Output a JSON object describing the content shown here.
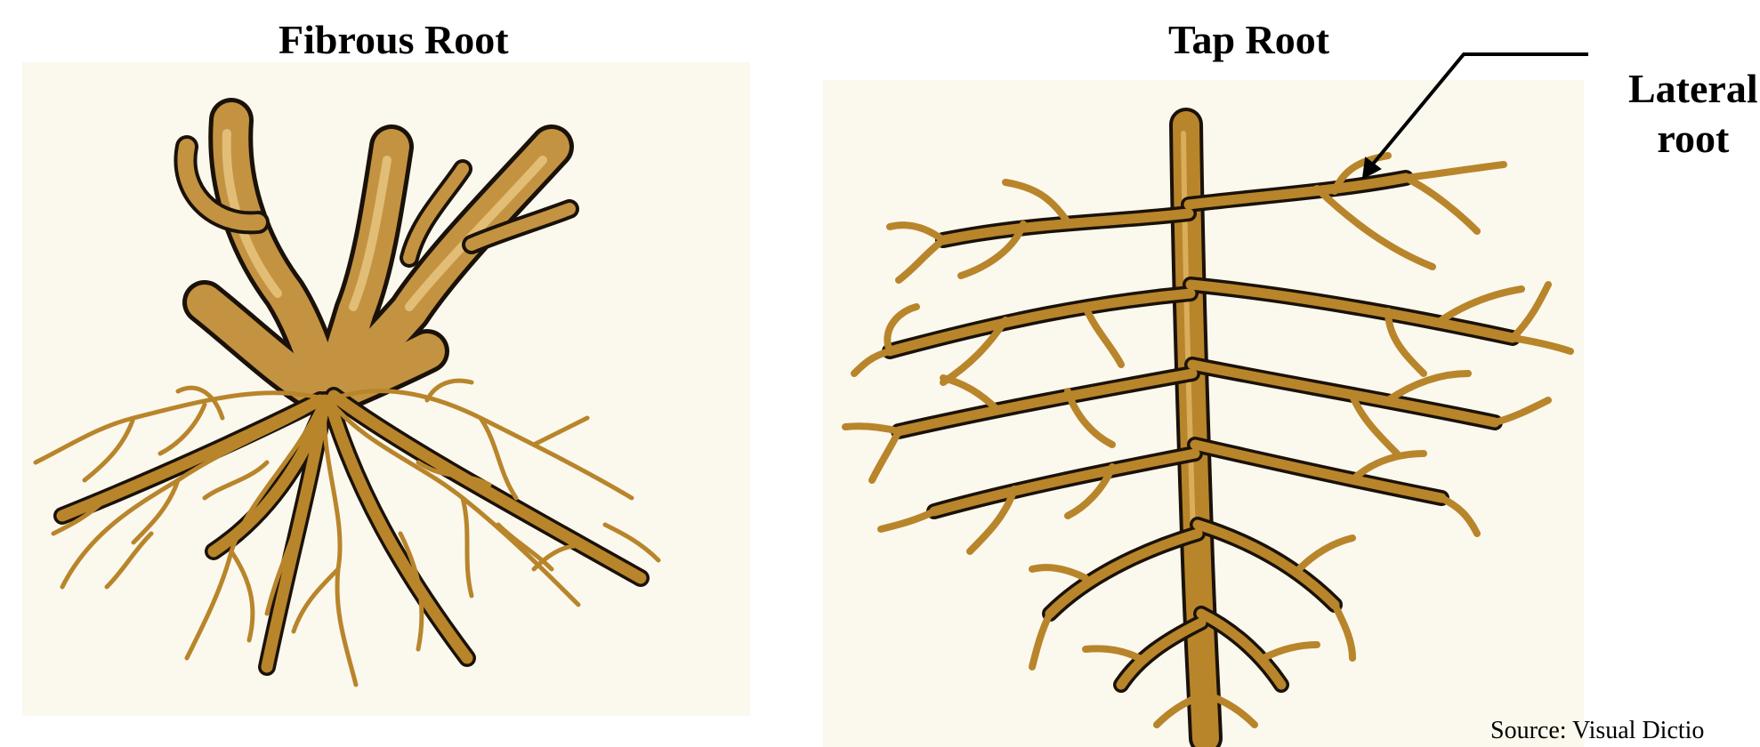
{
  "diagram": {
    "left_panel": {
      "title": "Fibrous Root",
      "image": "fibrous-root-illustration"
    },
    "right_panel": {
      "title": "Tap Root",
      "image": "tap-root-illustration",
      "callout_label_line1": "Lateral",
      "callout_label_line2": "root"
    },
    "source_text": "Source: Visual Dictio",
    "colors": {
      "root_fill": "#b8852b",
      "root_outline": "#1a1208",
      "background": "#fbf8ee",
      "highlight": "#d9ad5a"
    }
  }
}
